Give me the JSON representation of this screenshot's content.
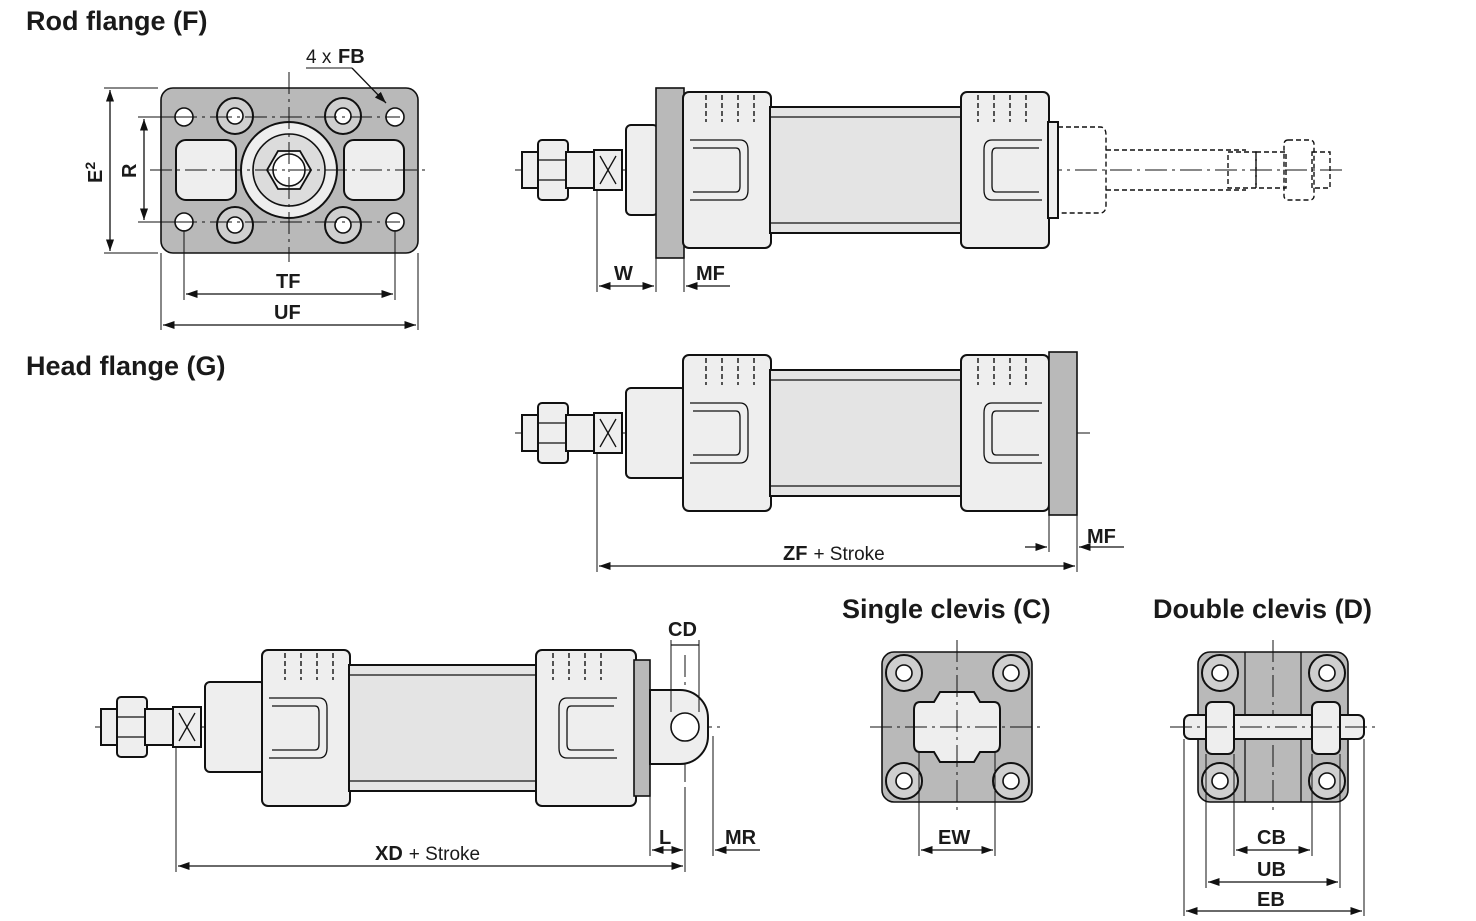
{
  "titles": {
    "rod_flange": "Rod flange (F)",
    "head_flange": "Head flange (G)",
    "single_clevis": "Single clevis (C)",
    "double_clevis": "Double clevis (D)"
  },
  "dims": {
    "fb_count": "4 x",
    "fb": "FB",
    "e2_letter": "E",
    "e2_sub": "2",
    "r": "R",
    "tf": "TF",
    "uf": "UF",
    "w": "W",
    "mf": "MF",
    "zf": "ZF",
    "cd": "CD",
    "l": "L",
    "mr": "MR",
    "xd": "XD",
    "ew": "EW",
    "cb": "CB",
    "ub": "UB",
    "eb": "EB",
    "plus_stroke": "+ Stroke"
  }
}
